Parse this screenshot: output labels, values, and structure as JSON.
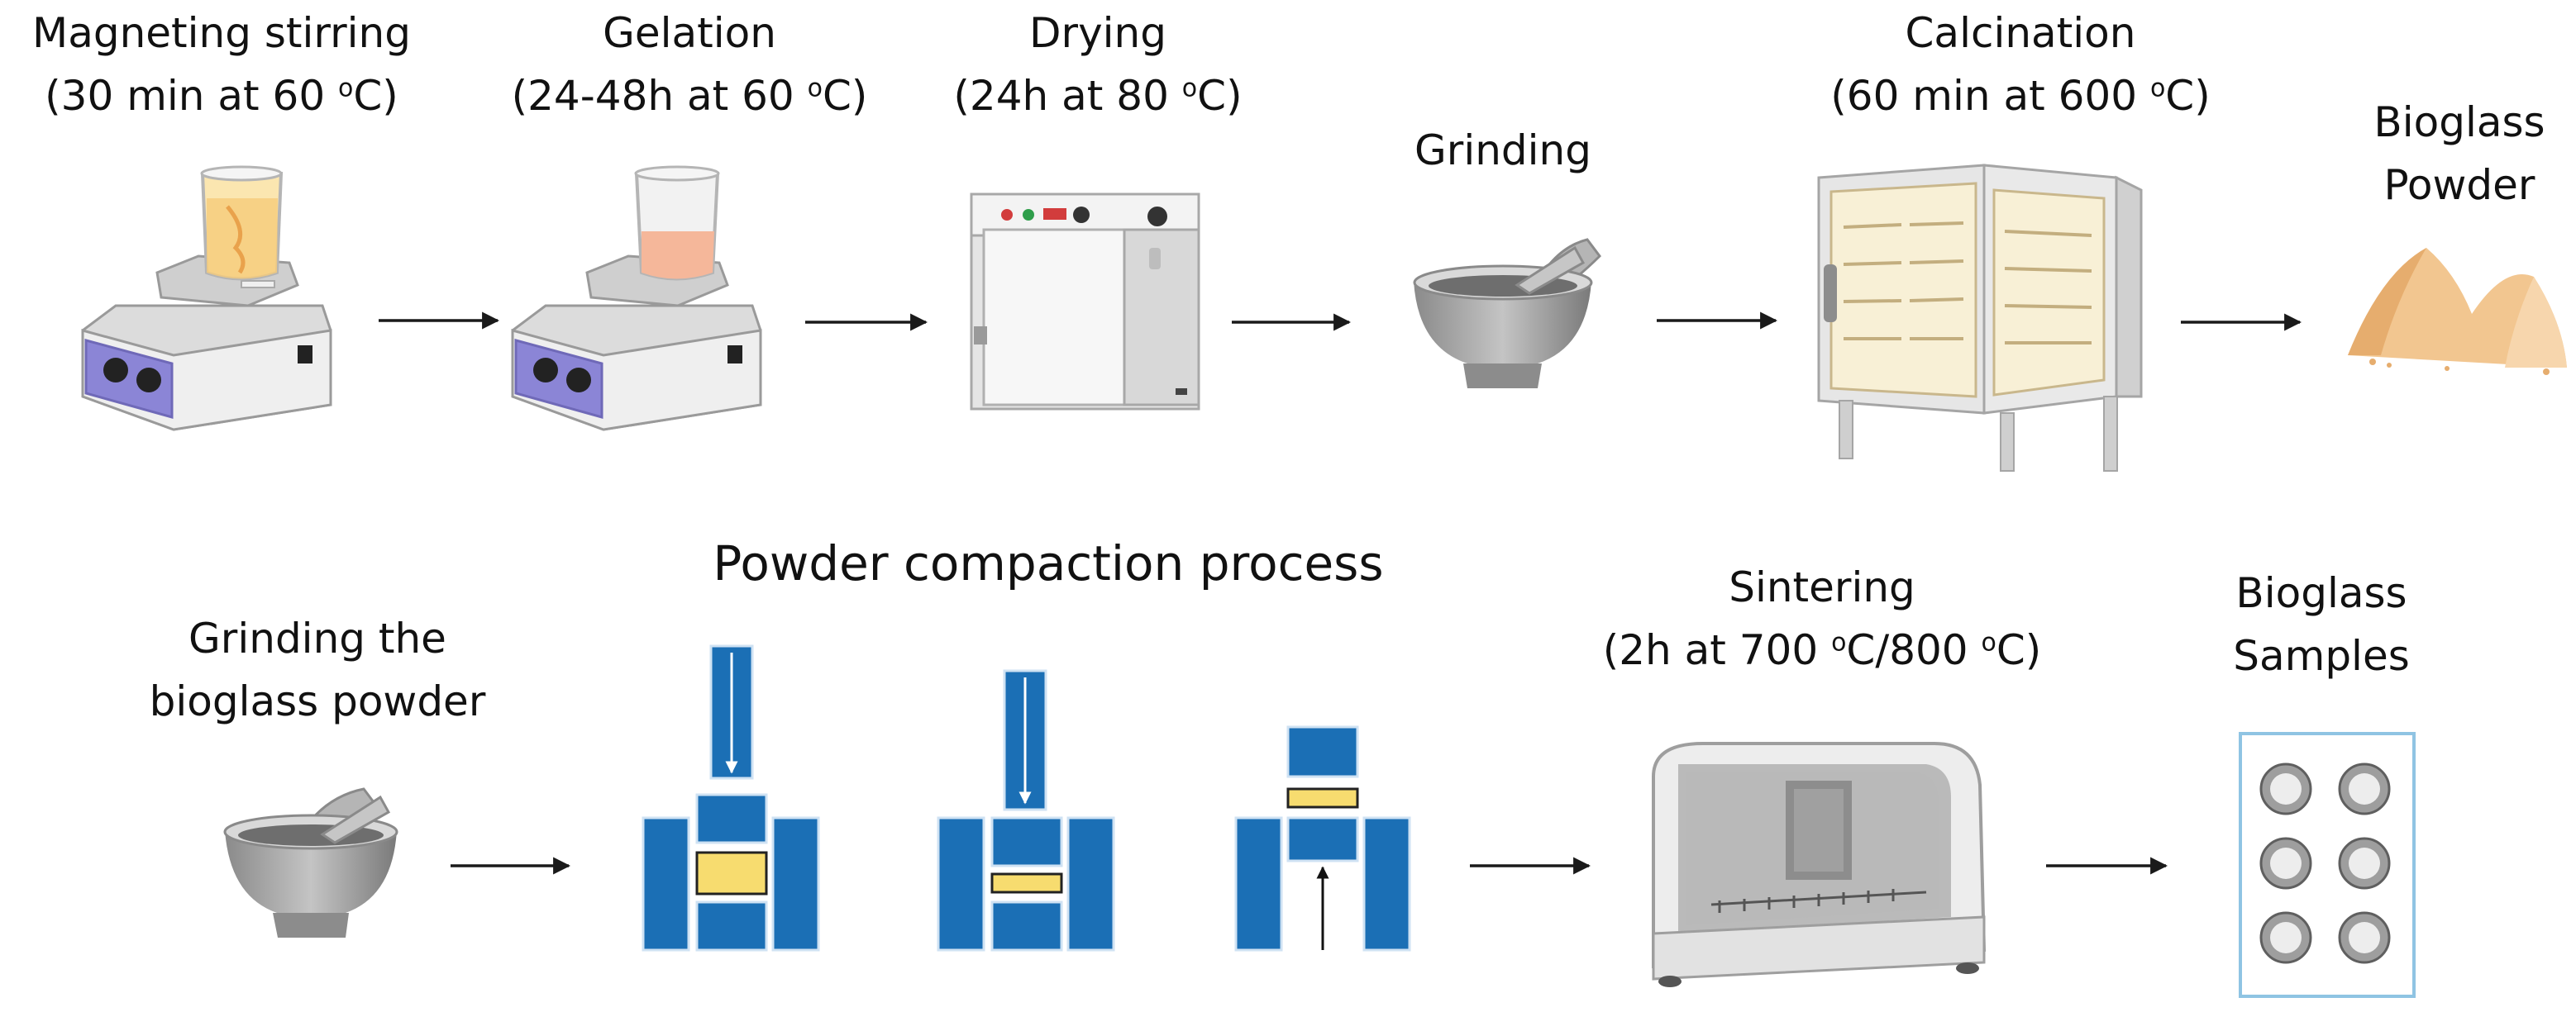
{
  "colors": {
    "press_blue": "#1b6fb5",
    "sample_yellow": "#f7dc6f",
    "hotplate_purple": "#8b85d6",
    "powder": "#f2c690",
    "metal_gray": "#bdbdbd",
    "arrow": "#1a1a1a"
  },
  "steps_top": [
    {
      "name": "Magneting stirring",
      "cond_prefix": "(30 min at 60 ",
      "cond_sup": "o",
      "cond_suffix": "C)",
      "icon": "magnetic-stirrer-icon"
    },
    {
      "name": "Gelation",
      "cond_prefix": "(24-48h at 60 ",
      "cond_sup": "o",
      "cond_suffix": "C)",
      "icon": "magnetic-stirrer-icon"
    },
    {
      "name": "Drying",
      "cond_prefix": "(24h at 80 ",
      "cond_sup": "o",
      "cond_suffix": "C)",
      "icon": "drying-oven-icon"
    },
    {
      "name": "Grinding",
      "icon": "mortar-pestle-icon"
    },
    {
      "name": "Calcination",
      "cond_prefix": "(60 min at 600 ",
      "cond_sup": "o",
      "cond_suffix": "C)",
      "icon": "furnace-icon"
    },
    {
      "name_line1": "Bioglass",
      "name_line2": "Powder",
      "icon": "powder-pile-icon"
    }
  ],
  "steps_bottom": {
    "grinding": {
      "line1": "Grinding the",
      "line2": "bioglass powder",
      "icon": "mortar-pestle-icon"
    },
    "compaction": {
      "title": "Powder compaction process",
      "icon": "die-press-icon"
    },
    "sintering": {
      "name": "Sintering",
      "cond_prefix": "(2h at 700 ",
      "cond_sup1": "o",
      "cond_mid": "C/800 ",
      "cond_sup2": "o",
      "cond_suffix": "C)",
      "icon": "sintering-furnace-icon"
    },
    "samples": {
      "line1": "Bioglass",
      "line2": "Samples",
      "icon": "sample-tray-icon"
    }
  }
}
